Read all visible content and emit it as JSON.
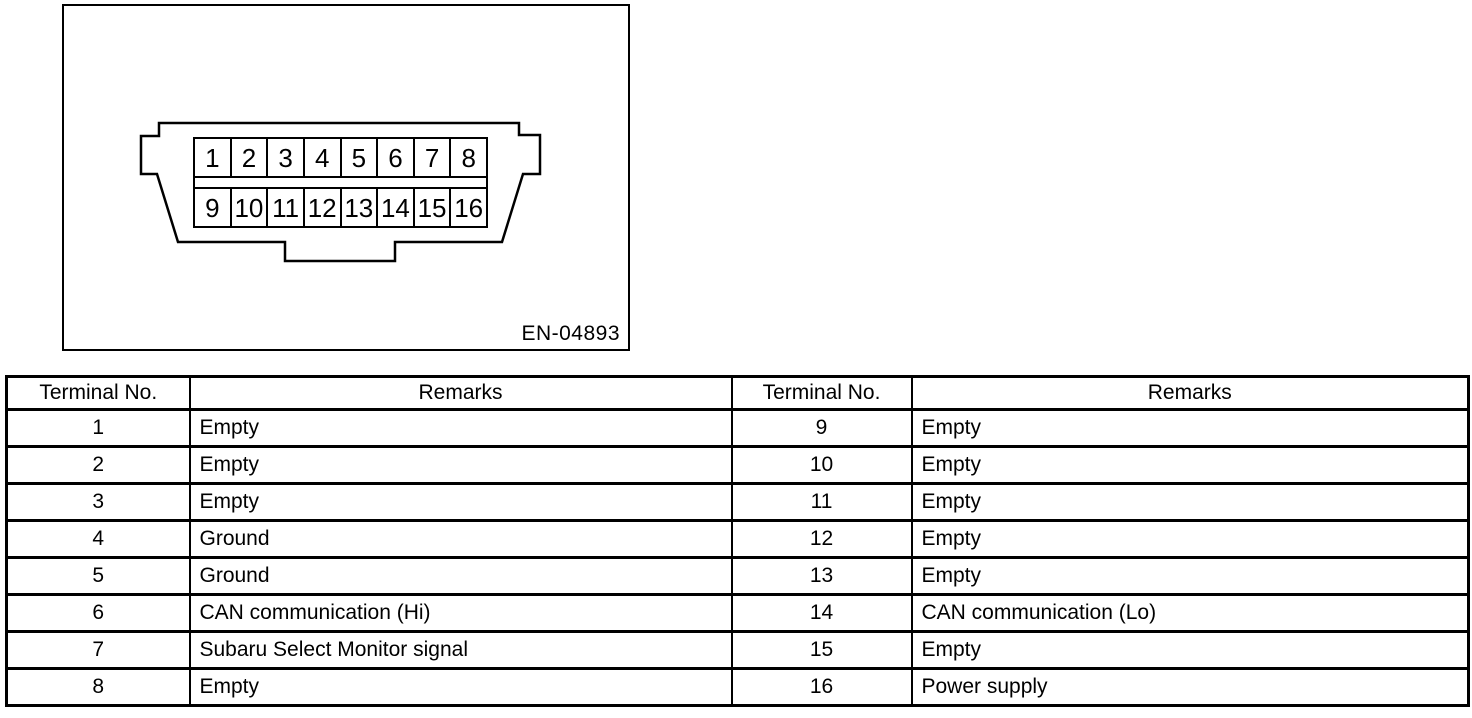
{
  "diagram": {
    "figure_id": "EN-04893",
    "connector": {
      "top_row_pins": [
        "1",
        "2",
        "3",
        "4",
        "5",
        "6",
        "7",
        "8"
      ],
      "bottom_row_pins": [
        "9",
        "10",
        "11",
        "12",
        "13",
        "14",
        "15",
        "16"
      ]
    }
  },
  "table": {
    "headers": [
      "Terminal No.",
      "Remarks",
      "Terminal No.",
      "Remarks"
    ],
    "left_rows": [
      {
        "terminal": "1",
        "remark": "Empty"
      },
      {
        "terminal": "2",
        "remark": "Empty"
      },
      {
        "terminal": "3",
        "remark": "Empty"
      },
      {
        "terminal": "4",
        "remark": "Ground"
      },
      {
        "terminal": "5",
        "remark": "Ground"
      },
      {
        "terminal": "6",
        "remark": "CAN communication (Hi)"
      },
      {
        "terminal": "7",
        "remark": "Subaru Select Monitor signal"
      },
      {
        "terminal": "8",
        "remark": "Empty"
      }
    ],
    "right_rows": [
      {
        "terminal": "9",
        "remark": "Empty"
      },
      {
        "terminal": "10",
        "remark": "Empty"
      },
      {
        "terminal": "11",
        "remark": "Empty"
      },
      {
        "terminal": "12",
        "remark": "Empty"
      },
      {
        "terminal": "13",
        "remark": "Empty"
      },
      {
        "terminal": "14",
        "remark": "CAN communication (Lo)"
      },
      {
        "terminal": "15",
        "remark": "Empty"
      },
      {
        "terminal": "16",
        "remark": "Power supply"
      }
    ]
  },
  "colors": {
    "ink": "#000000",
    "paper": "#ffffff"
  }
}
